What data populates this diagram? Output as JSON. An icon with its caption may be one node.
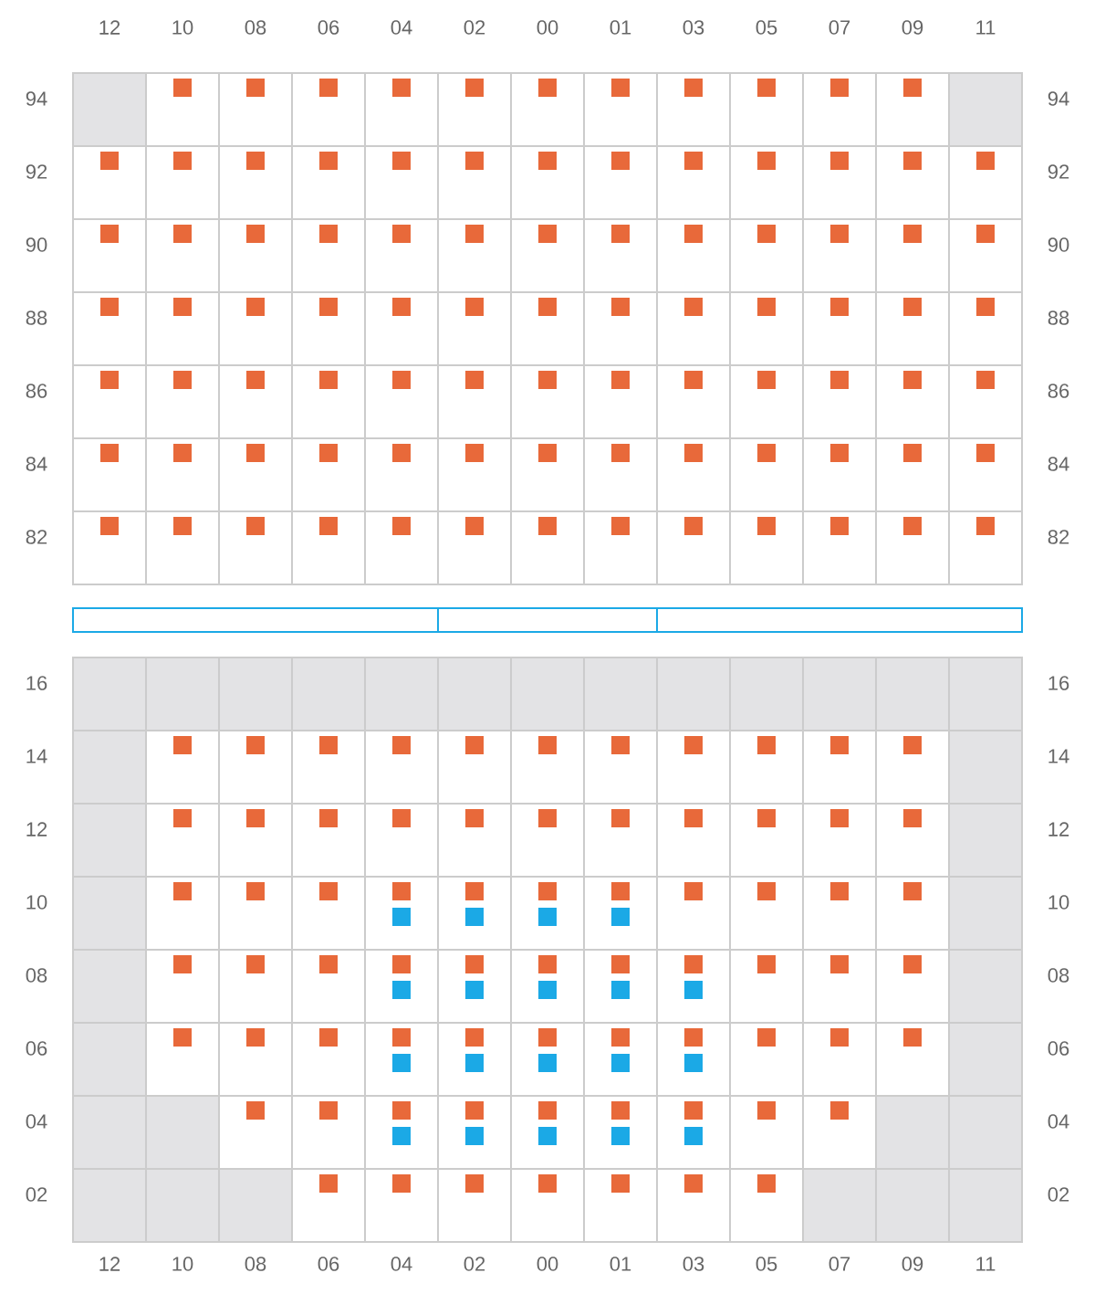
{
  "diagram": {
    "labels": [
      "12",
      "10",
      "08",
      "06",
      "04",
      "02",
      "00",
      "01",
      "03",
      "05",
      "07",
      "09",
      "11",
      "94",
      "94",
      "92",
      "92",
      "90",
      "90",
      "88",
      "88",
      "86",
      "86",
      "84",
      "84",
      "82",
      "82",
      "16",
      "16",
      "14",
      "14",
      "12",
      "12",
      "10",
      "10",
      "08",
      "08",
      "06",
      "06",
      "04",
      "04",
      "02",
      "02",
      "12",
      "10",
      "08",
      "06",
      "04",
      "02",
      "00",
      "01",
      "03",
      "05",
      "07",
      "09",
      "11"
    ]
  }
}
